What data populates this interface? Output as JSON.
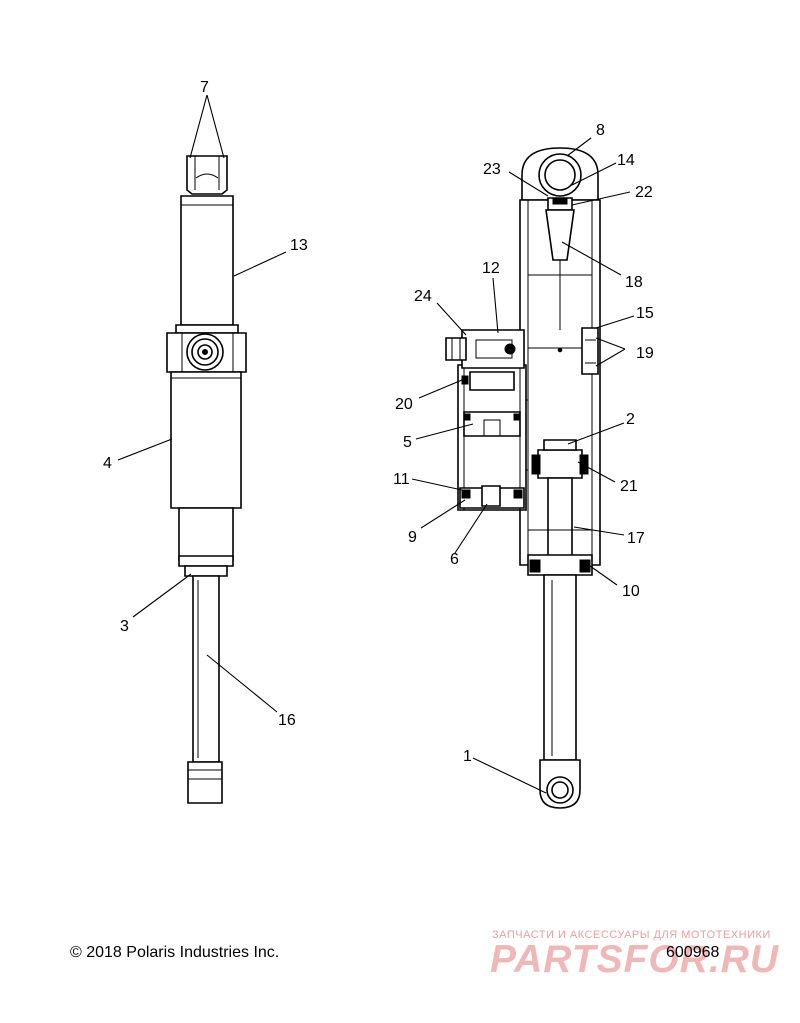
{
  "callouts": {
    "c1": "1",
    "c2": "2",
    "c3": "3",
    "c4": "4",
    "c5": "5",
    "c6": "6",
    "c7": "7",
    "c8": "8",
    "c9": "9",
    "c10": "10",
    "c11": "11",
    "c12": "12",
    "c13": "13",
    "c14": "14",
    "c15": "15",
    "c16": "16",
    "c17": "17",
    "c18": "18",
    "c19": "19",
    "c20": "20",
    "c21": "21",
    "c22": "22",
    "c23": "23",
    "c24": "24"
  },
  "footer": {
    "copyright": "© 2018 Polaris Industries Inc.",
    "part_number": "600968"
  },
  "watermark": {
    "tagline": "ЗАПЧАСТИ И АКСЕССУАРЫ ДЛЯ МОТОТЕХНИКИ",
    "logo": "PARTSFOR.RU"
  }
}
